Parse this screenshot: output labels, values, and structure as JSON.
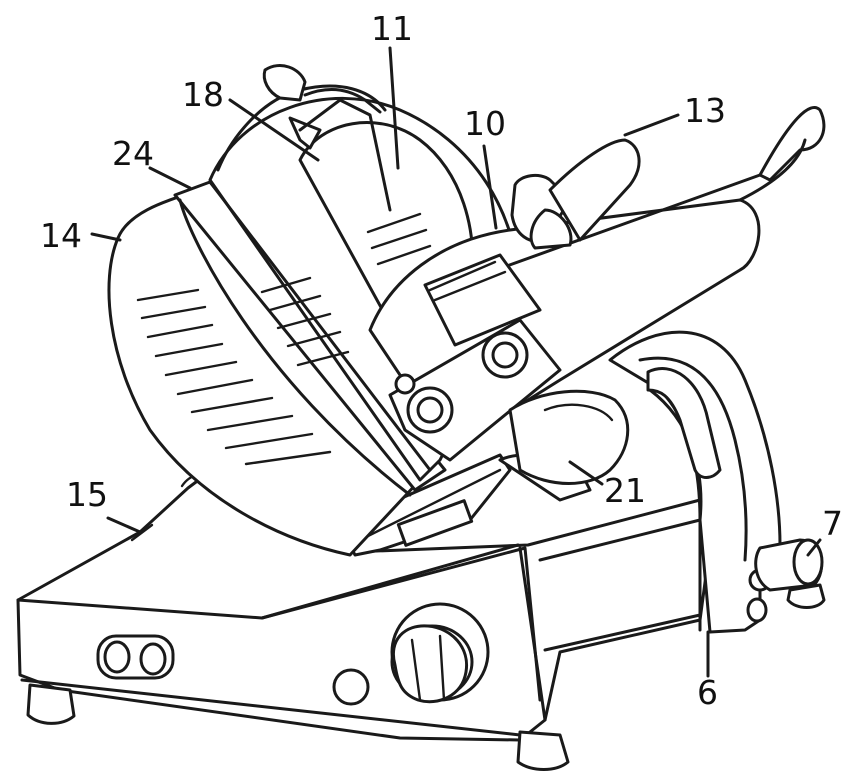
{
  "labels": {
    "l11": "11",
    "l18": "18",
    "l10": "10",
    "l13": "13",
    "l24": "24",
    "l14": "14",
    "l15": "15",
    "l21": "21",
    "l7": "7",
    "l6": "6"
  }
}
